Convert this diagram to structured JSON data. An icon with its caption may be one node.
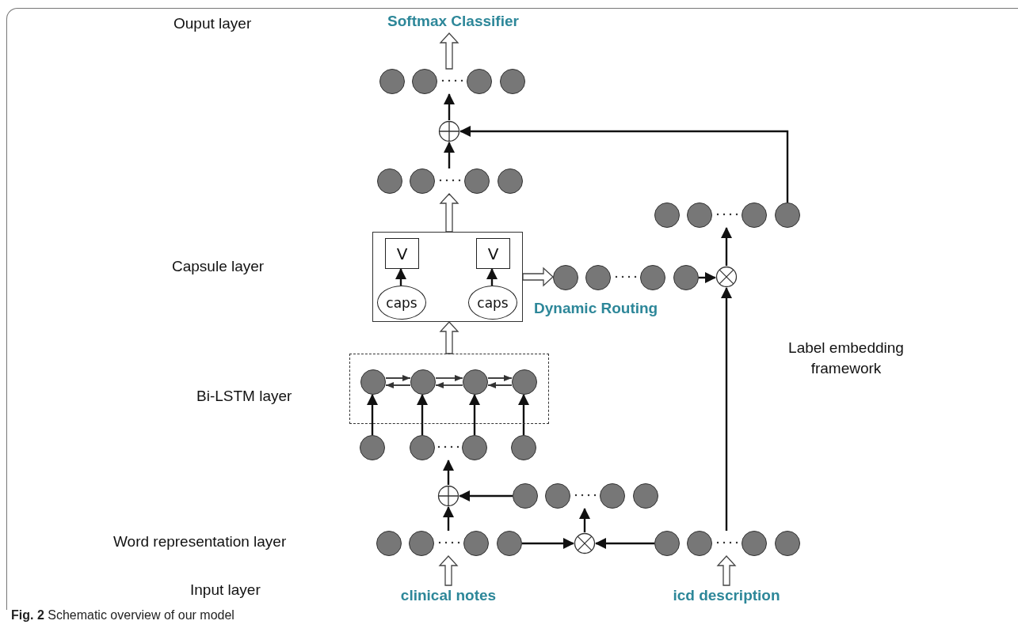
{
  "diagram": {
    "caption": "**Fig. 2** Schematic overview of our model",
    "nodes": [
      {
        "text": [
          "Softmax Classifier"
        ]
      },
      {
        "text": [],
        "shape": "circle"
      },
      {
        "text": [],
        "shape": "circle"
      },
      {
        "text": [],
        "shape": "circle"
      },
      {
        "text": [],
        "shape": "box"
      },
      {
        "text": [
          "V"
        ],
        "in": 4
      },
      {
        "text": [
          "V"
        ],
        "in": 4
      },
      {
        "text": [
          "caps"
        ],
        "in": 4
      },
      {
        "text": [
          "caps"
        ],
        "in": 4
      },
      {
        "text": [],
        "shape": "circle",
        "beside": [
          "Dynamic Routing"
        ]
      },
      {
        "text": [],
        "shape": "circle"
      },
      {
        "text": [],
        "shape": "circle"
      },
      {
        "text": [],
        "shape": "box"
      },
      {
        "text": [],
        "shape": "circle",
        "in": 12
      },
      {
        "text": [],
        "shape": "circle",
        "in": 12
      },
      {
        "text": [],
        "shape": "circle",
        "in": 12
      },
      {
        "text": [],
        "shape": "circle",
        "in": 12
      },
      {
        "text": [],
        "shape": "circle"
      },
      {
        "text": [],
        "shape": "circle"
      },
      {
        "text": [],
        "shape": "circle"
      },
      {
        "text": [],
        "shape": "circle"
      },
      {
        "text": [],
        "shape": "circle"
      },
      {
        "text": [],
        "shape": "circle"
      },
      {
        "text": [
          "clinical notes"
        ]
      },
      {
        "text": [
          "icd description"
        ]
      }
    ],
    "edges": [
      {
        "from": 1,
        "to": 0,
        "arrow": "to",
        "style": "thick"
      },
      {
        "from": 2,
        "to": 1,
        "arrow": "to"
      },
      {
        "from": 3,
        "to": 2,
        "arrow": "to"
      },
      {
        "from": 4,
        "to": 3,
        "arrow": "to",
        "style": "thick"
      },
      {
        "from": 7,
        "to": 5,
        "arrow": "to"
      },
      {
        "from": 8,
        "to": 6,
        "arrow": "to"
      },
      {
        "from": 4,
        "to": 9,
        "arrow": "to",
        "style": "thick"
      },
      {
        "from": 9,
        "to": 10,
        "arrow": "to"
      },
      {
        "from": 10,
        "to": 11,
        "arrow": "to"
      },
      {
        "from": 11,
        "to": 2,
        "arrow": "to"
      },
      {
        "from": 22,
        "to": 10,
        "arrow": "to"
      },
      {
        "from": 12,
        "to": 4,
        "arrow": "to",
        "style": "thick"
      },
      {
        "from": 13,
        "to": 14,
        "arrow": "to"
      },
      {
        "from": 14,
        "to": 13,
        "arrow": "to"
      },
      {
        "from": 14,
        "to": 15,
        "arrow": "to"
      },
      {
        "from": 15,
        "to": 14,
        "arrow": "to"
      },
      {
        "from": 15,
        "to": 16,
        "arrow": "to"
      },
      {
        "from": 16,
        "to": 15,
        "arrow": "to"
      },
      {
        "from": 17,
        "to": 13,
        "arrow": "to"
      },
      {
        "from": 17,
        "to": 14,
        "arrow": "to"
      },
      {
        "from": 17,
        "to": 15,
        "arrow": "to"
      },
      {
        "from": 17,
        "to": 16,
        "arrow": "to"
      },
      {
        "from": 18,
        "to": 17,
        "arrow": "to"
      },
      {
        "from": 20,
        "to": 18,
        "arrow": "to"
      },
      {
        "from": 19,
        "to": 18,
        "arrow": "to"
      },
      {
        "from": 20,
        "to": 21,
        "arrow": "to"
      },
      {
        "from": 22,
        "to": 21,
        "arrow": "to"
      },
      {
        "from": 21,
        "to": 19,
        "arrow": "to"
      },
      {
        "from": 23,
        "to": 20,
        "arrow": "to",
        "style": "thick"
      },
      {
        "from": 24,
        "to": 22,
        "arrow": "to",
        "style": "thick"
      }
    ],
    "labels": [
      "Ouput layer",
      "Capsule layer",
      "Bi-LSTM layer",
      "Word representation layer",
      "Input layer",
      "Label embedding framework"
    ]
  }
}
